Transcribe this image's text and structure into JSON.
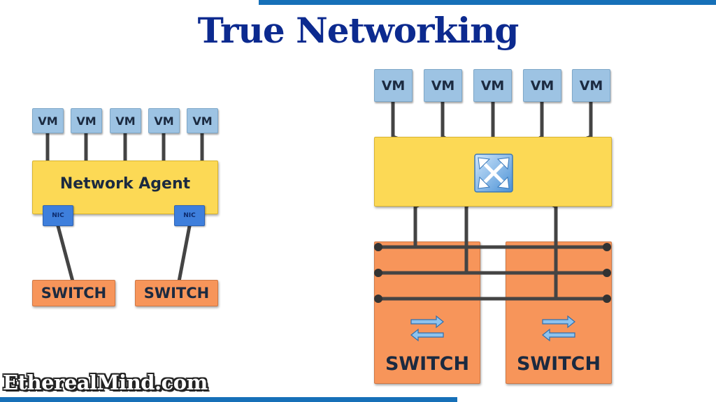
{
  "title": "True Networking",
  "left": {
    "vms": [
      "VM",
      "VM",
      "VM",
      "VM",
      "VM"
    ],
    "agent_label": "Network Agent",
    "nics": [
      "NIC",
      "NIC"
    ],
    "switches": [
      "SWITCH",
      "SWITCH"
    ]
  },
  "right": {
    "vms": [
      "VM",
      "VM",
      "VM",
      "VM",
      "VM"
    ],
    "switches": [
      "SWITCH",
      "SWITCH"
    ]
  },
  "brand": "EtherealMind.com",
  "colors": {
    "title": "#0c2a8f",
    "vm": "#9dc3e3",
    "agent": "#fcd955",
    "nic": "#3e7fdc",
    "switch": "#f7955a",
    "wire": "#444444",
    "accent_bar": "#1670b8"
  },
  "icons": {
    "fabric": "crossed-arrows-icon",
    "switch": "bidirectional-arrows-icon"
  }
}
